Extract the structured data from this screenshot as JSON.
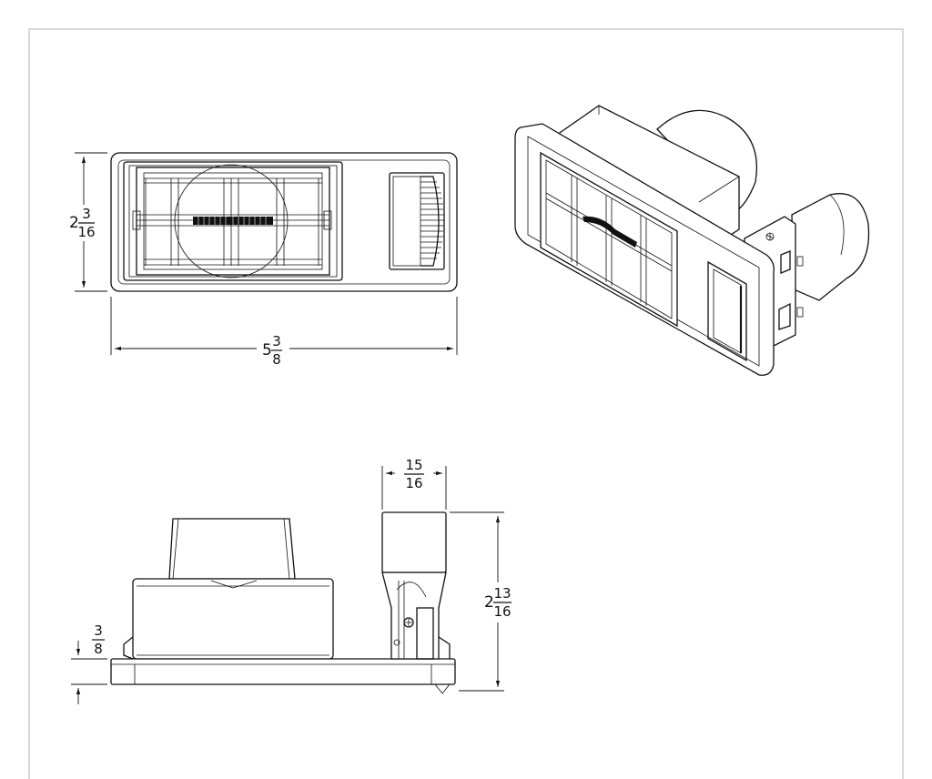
{
  "dimensions": {
    "height_front": {
      "whole": "2",
      "numerator": "3",
      "denominator": "16"
    },
    "width_front": {
      "whole": "5",
      "numerator": "3",
      "denominator": "8"
    },
    "depth_top": {
      "numerator": "15",
      "denominator": "16"
    },
    "height_side": {
      "whole": "2",
      "numerator": "13",
      "denominator": "16"
    },
    "flange_side": {
      "numerator": "3",
      "denominator": "8"
    }
  }
}
